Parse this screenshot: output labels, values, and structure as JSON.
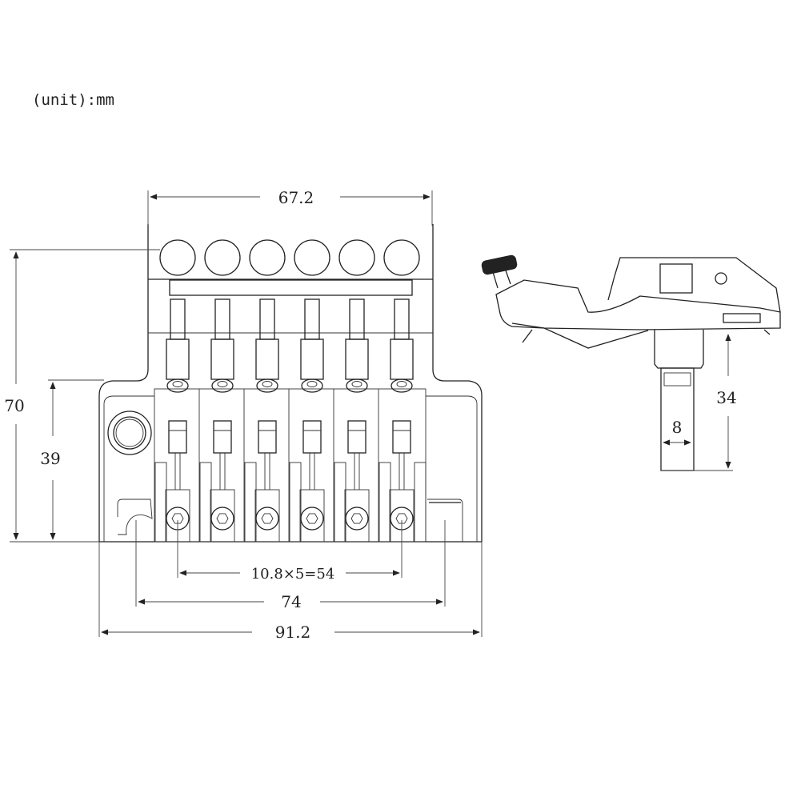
{
  "unit_label": "(unit):mm",
  "front_view": {
    "dimensions": {
      "top_width": "67.2",
      "total_height": "70",
      "base_height": "39",
      "string_spacing": "10.8×5=54",
      "post_spacing": "74",
      "total_width": "91.2"
    },
    "string_count": 6
  },
  "side_view": {
    "dimensions": {
      "post_height": "34",
      "post_diameter": "8"
    }
  }
}
